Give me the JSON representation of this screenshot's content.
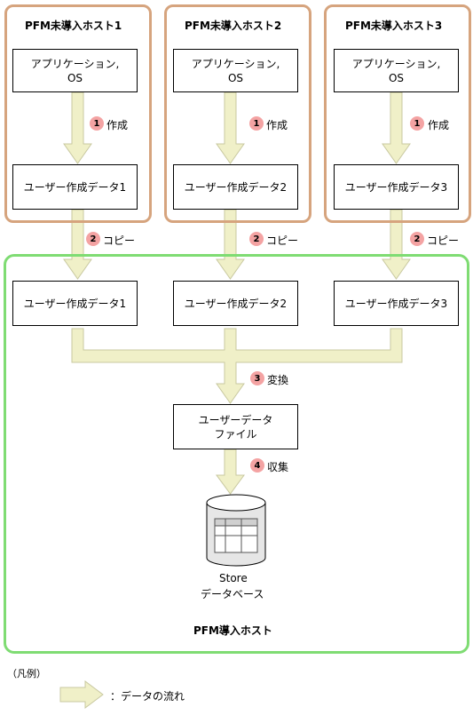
{
  "hosts": [
    {
      "title": "PFM未導入ホスト1",
      "app_box": "アプリケーション,\nOS",
      "data_box": "ユーザー作成データ1"
    },
    {
      "title": "PFM未導入ホスト2",
      "app_box": "アプリケーション,\nOS",
      "data_box": "ユーザー作成データ2"
    },
    {
      "title": "PFM未導入ホスト3",
      "app_box": "アプリケーション,\nOS",
      "data_box": "ユーザー作成データ3"
    }
  ],
  "steps": {
    "create": {
      "num": "1",
      "label": "作成"
    },
    "copy": {
      "num": "2",
      "label": "コピー"
    },
    "convert": {
      "num": "3",
      "label": "変換"
    },
    "collect": {
      "num": "4",
      "label": "収集"
    }
  },
  "pfm_host": {
    "title": "PFM導入ホスト",
    "data_boxes": [
      "ユーザー作成データ1",
      "ユーザー作成データ2",
      "ユーザー作成データ3"
    ],
    "user_data_file": "ユーザーデータ\nファイル",
    "store_line1": "Store",
    "store_line2": "データベース"
  },
  "legend": {
    "title": "（凡例）",
    "flow_label": "：データの流れ"
  },
  "colors": {
    "host_border": "#d6a47e",
    "pfm_border": "#7fdc73",
    "arrow_fill": "#f0f0c8",
    "arrow_stroke": "#c8c8a0",
    "badge": "#f4a3a3"
  }
}
